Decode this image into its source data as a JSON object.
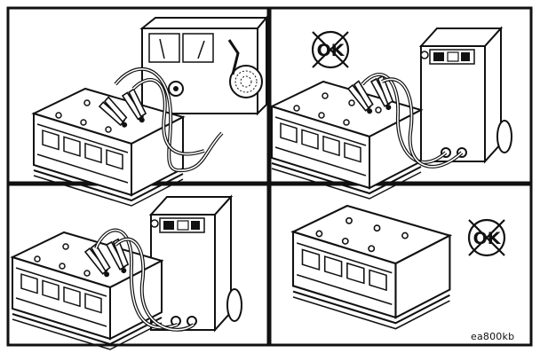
{
  "figure": {
    "id_label": "ea800kb",
    "ok_mark_text": "OK",
    "panels": [
      {
        "name": "panel-top-left",
        "content": "battery-with-load-tester",
        "ok_mark_crossed": false
      },
      {
        "name": "panel-top-right",
        "content": "battery-with-charger",
        "ok_mark_crossed": true
      },
      {
        "name": "panel-bottom-left",
        "content": "battery-with-charger",
        "ok_mark_crossed": false
      },
      {
        "name": "panel-bottom-right",
        "content": "battery-alone",
        "ok_mark_crossed": true
      }
    ]
  },
  "colors": {
    "line": "#111111",
    "paper": "#ffffff",
    "shade": "#bdbdbd"
  },
  "icons": [
    "battery-icon",
    "load-tester-icon",
    "charger-icon",
    "cable-clamp-icon",
    "crossed-ok-icon"
  ]
}
